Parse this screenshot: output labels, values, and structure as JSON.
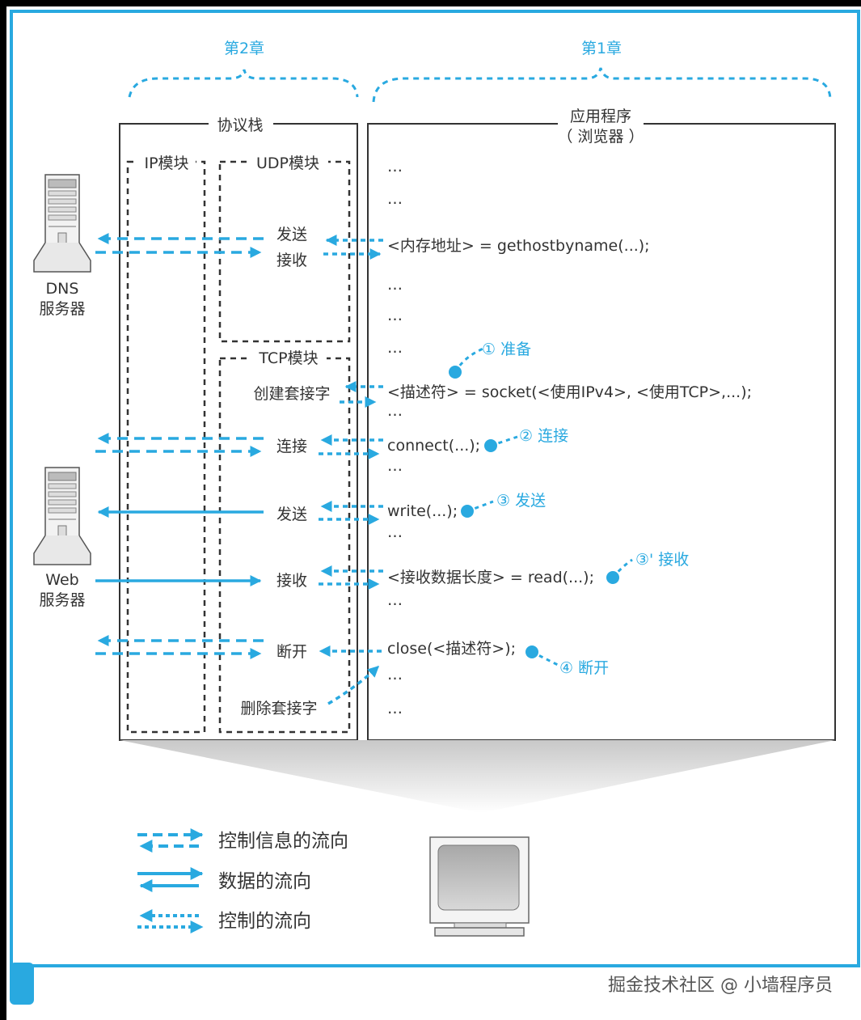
{
  "chapters": {
    "chapter2": "第2章",
    "chapter1": "第1章"
  },
  "protocol_stack": {
    "title": "协议栈",
    "ip_module": "IP模块",
    "udp_module": "UDP模块",
    "tcp_module": "TCP模块",
    "udp_send": "发送",
    "udp_receive": "接收",
    "tcp_create": "创建套接字",
    "tcp_connect": "连接",
    "tcp_send": "发送",
    "tcp_receive": "接收",
    "tcp_disconnect": "断开",
    "tcp_delete": "删除套接字"
  },
  "application": {
    "title_line1": "应用程序",
    "title_line2": "（ 浏览器 ）",
    "ellipsis": "…",
    "code_gethost": "<内存地址> = gethostbyname(...);",
    "code_socket": "<描述符> = socket(<使用IPv4>, <使用TCP>,...);",
    "code_connect": "connect(...);",
    "code_write": "write(...);",
    "code_read": "<接收数据长度> = read(...);",
    "code_close": "close(<描述符>);"
  },
  "steps": {
    "prepare": "① 准备",
    "connect": "② 连接",
    "send": "③ 发送",
    "receive": "③' 接收",
    "disconnect": "④ 断开"
  },
  "servers": {
    "dns_line1": "DNS",
    "dns_line2": "服务器",
    "web_line1": "Web",
    "web_line2": "服务器"
  },
  "legend": {
    "control_info_flow": "控制信息的流向",
    "data_flow": "数据的流向",
    "control_flow": "控制的流向"
  },
  "watermark": "掘金技术社区 @ 小墙程序员",
  "colors": {
    "accent": "#29a9e0",
    "frame": "#29a9e0",
    "ink": "#333333"
  }
}
